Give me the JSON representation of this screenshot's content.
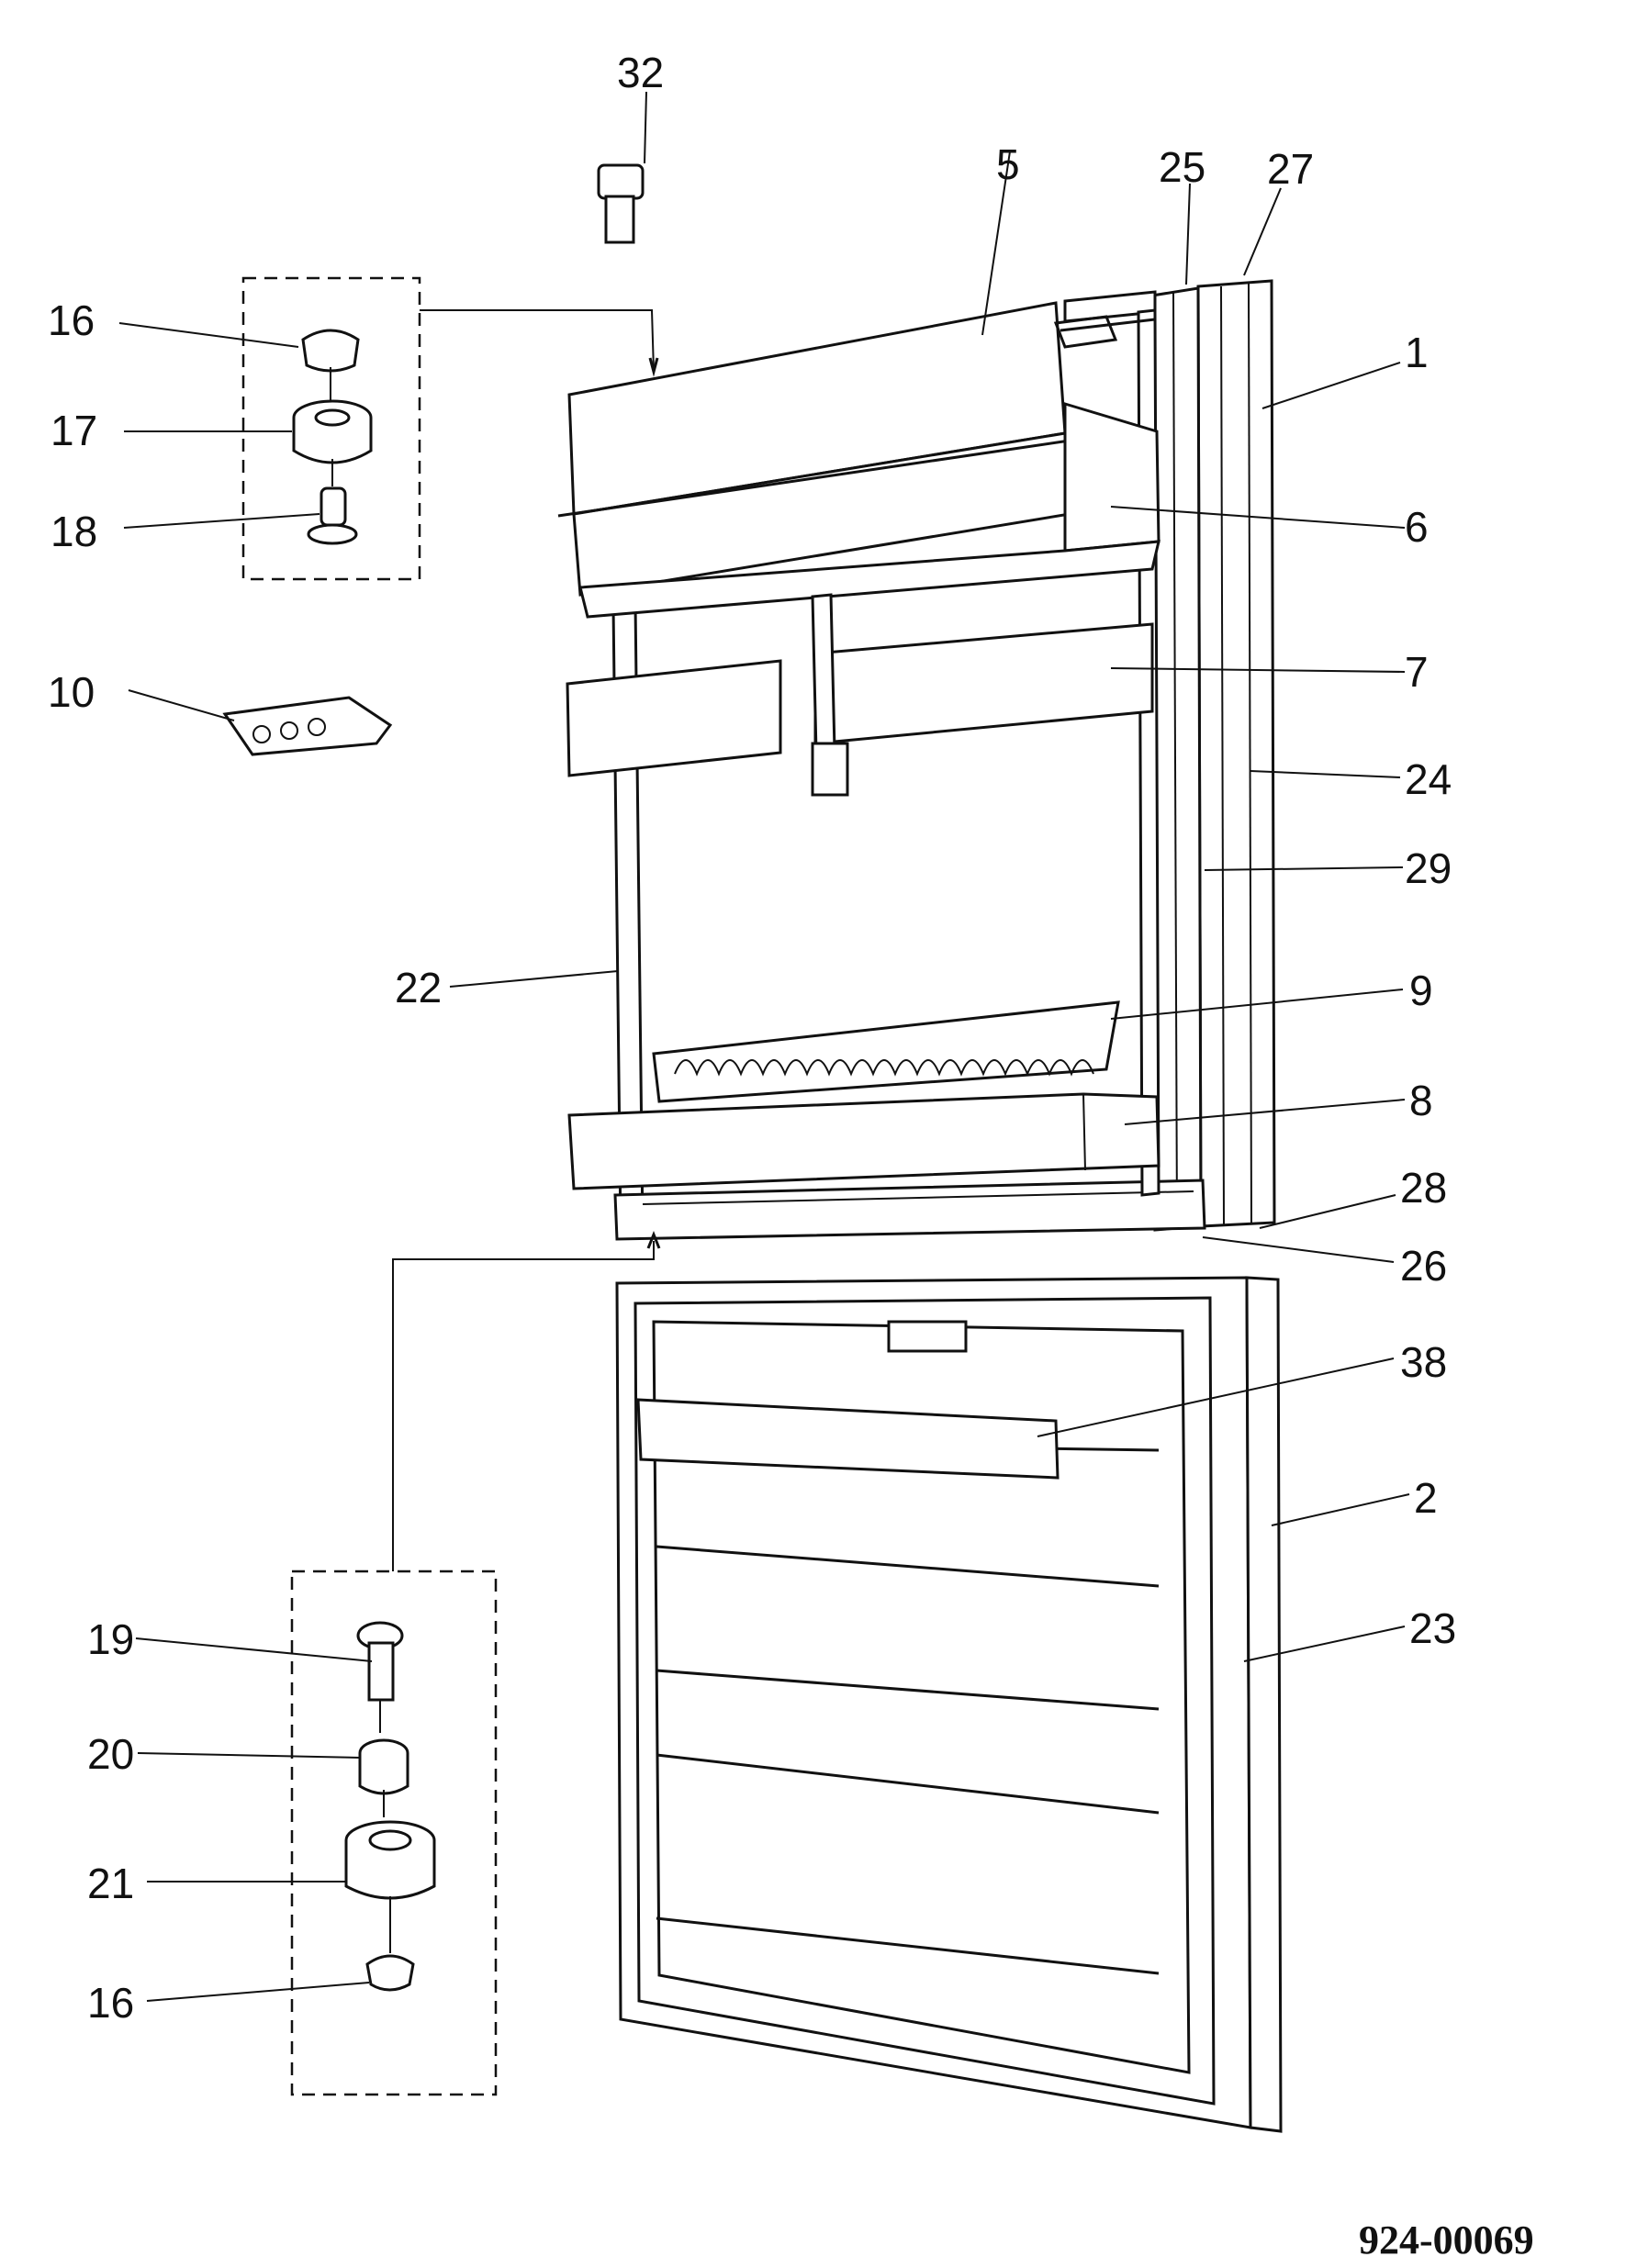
{
  "drawing_code": "924-00069",
  "callouts": {
    "c32": "32",
    "c5": "5",
    "c25": "25",
    "c27": "27",
    "c16a": "16",
    "c17": "17",
    "c18": "18",
    "c1": "1",
    "c6": "6",
    "c10": "10",
    "c7": "7",
    "c24": "24",
    "c29": "29",
    "c22": "22",
    "c9": "9",
    "c8": "8",
    "c28": "28",
    "c26": "26",
    "c38": "38",
    "c2": "2",
    "c19": "19",
    "c23": "23",
    "c20": "20",
    "c21": "21",
    "c16b": "16"
  }
}
